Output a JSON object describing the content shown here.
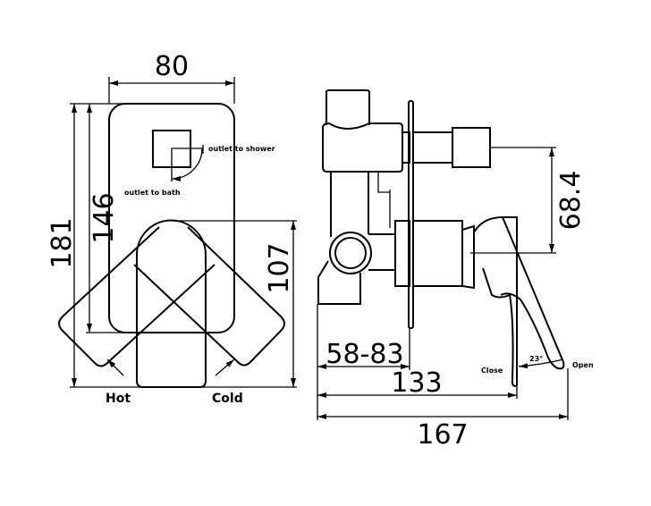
{
  "front_view": {
    "width_dim": "80",
    "height_dim": "181",
    "plate_height_dim": "146",
    "lever_height_dim": "107",
    "outlet_shower_label": "outlet to shower",
    "outlet_bath_label": "outlet to bath",
    "hot_label": "Hot",
    "cold_label": "Cold"
  },
  "side_view": {
    "outlet_offset_dim": "68.4",
    "wall_depth_dim": "58-83",
    "depth_dim": "133",
    "total_depth_dim": "167",
    "close_label": "Close",
    "open_label": "Open",
    "angle_label": "23°"
  }
}
